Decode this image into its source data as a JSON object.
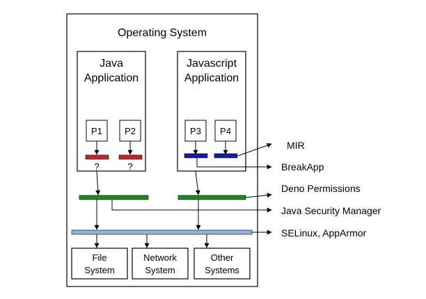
{
  "os": {
    "title": "Operating System"
  },
  "apps": {
    "java": {
      "line1": "Java",
      "line2": "Application"
    },
    "javascript": {
      "line1": "Javascript",
      "line2": "Application"
    }
  },
  "processes": {
    "p1": "P1",
    "p2": "P2",
    "p3": "P3",
    "p4": "P4"
  },
  "unknown_mark": "?",
  "systems": {
    "file": {
      "line1": "File",
      "line2": "System"
    },
    "network": {
      "line1": "Network",
      "line2": "System"
    },
    "other": {
      "line1": "Other",
      "line2": "Systems"
    }
  },
  "mechanisms": {
    "mir": "MIR",
    "breakapp": "BreakApp",
    "deno": "Deno Permissions",
    "java_security_manager": "Java Security Manager",
    "selinux": "SELinux, AppArmor"
  },
  "colors": {
    "red_bar": "#c0272d",
    "blue_bar": "#1a1aa6",
    "green_bar": "#1e8a1e",
    "light_blue_bar": "#8fb3e0",
    "stroke": "#000000"
  }
}
